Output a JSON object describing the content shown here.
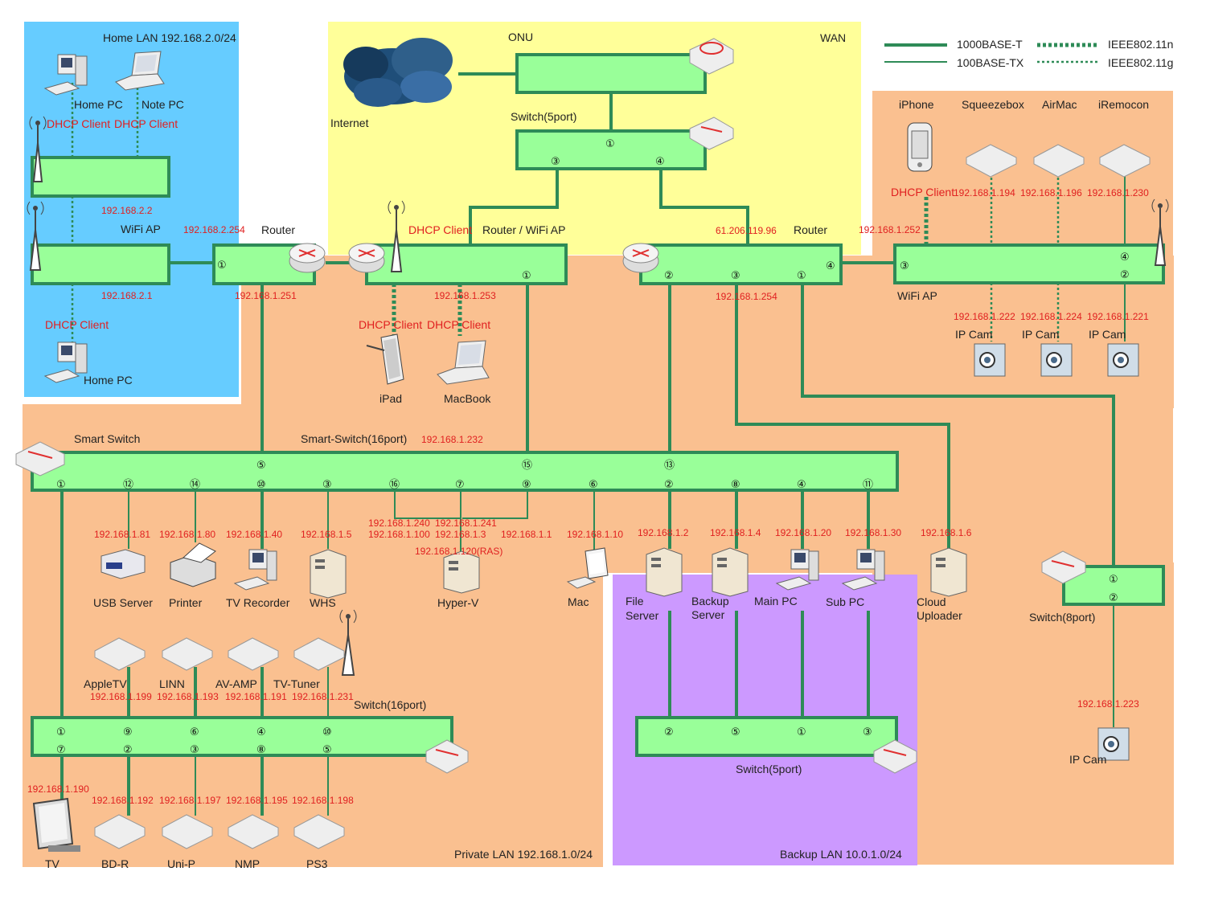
{
  "zones": {
    "home_lan": "Home LAN 192.168.2.0/24",
    "wan": "WAN",
    "private_lan": "Private LAN 192.168.1.0/24",
    "backup_lan": "Backup LAN 10.0.1.0/24"
  },
  "legend": {
    "t1000": "1000BASE-T",
    "tx100": "100BASE-TX",
    "n11": "IEEE802.11n",
    "g11": "IEEE802.11g"
  },
  "wan": {
    "internet": "Internet",
    "onu": "ONU",
    "switch5": "Switch(5port)",
    "router_wifi": "Router / WiFi AP",
    "router": "Router",
    "wan_ip": "61.206.119.96",
    "rw_dhcp": "DHCP Client",
    "sw_p1": "①",
    "sw_p3": "③",
    "sw_p4": "④"
  },
  "home": {
    "home_pc1": "Home PC",
    "note_pc": "Note PC",
    "dhcp1": "DHCP Client",
    "dhcp2": "DHCP Client",
    "dhcp3": "DHCP Client",
    "ip_22": "192.168.2.2",
    "wifi_ap": "WiFi AP",
    "ip_2254": "192.168.2.254",
    "router": "Router",
    "ip_21": "192.168.2.1",
    "home_pc2": "Home PC",
    "ip_1251": "192.168.1.251",
    "r_p1": "①"
  },
  "mid": {
    "ip_1253": "192.168.1.253",
    "rw_p1": "①",
    "dhcp_ipad": "DHCP Client",
    "dhcp_mac": "DHCP Client",
    "ipad": "iPad",
    "macbook": "MacBook",
    "r2_p2": "②",
    "r2_p3": "③",
    "r2_p1": "①",
    "r2_p4": "④",
    "ip_1254": "192.168.1.254",
    "ip_1252": "192.168.1.252"
  },
  "right": {
    "iphone": "iPhone",
    "squeezebox": "Squeezebox",
    "airmac": "AirMac",
    "iremocon": "iRemocon",
    "dhcp_iphone": "DHCP Client",
    "ip_194": "192.168.1.194",
    "ip_196": "192.168.1.196",
    "ip_230": "192.168.1.230",
    "ap_p3": "③",
    "ap_p4": "④",
    "ap_p2": "②",
    "wifi_ap": "WiFi AP",
    "ip_222": "192.168.1.222",
    "ip_224": "192.168.1.224",
    "ip_221": "192.168.1.221",
    "ipcam1": "IP Cam",
    "ipcam2": "IP Cam",
    "ipcam3": "IP Cam",
    "sw8_p1": "①",
    "sw8_p2": "②",
    "switch8": "Switch(8port)",
    "ip_223": "192.168.1.223",
    "ipcam4": "IP Cam"
  },
  "smart": {
    "smart_switch": "Smart Switch",
    "title": "Smart-Switch(16port)",
    "ip": "192.168.1.232",
    "top_ports": [
      "⑤",
      "⑮",
      "⑬"
    ],
    "bottom_ports": [
      "①",
      "⑫",
      "⑭",
      "⑩",
      "③",
      "⑯",
      "⑦",
      "⑨",
      "⑥",
      "②",
      "⑧",
      "④",
      "⑪"
    ]
  },
  "devices": {
    "ip_81": "192.168.1.81",
    "usb_server": "USB Server",
    "ip_80": "192.168.1.80",
    "printer": "Printer",
    "ip_40": "192.168.1.40",
    "tv_recorder": "TV Recorder",
    "ip_5": "192.168.1.5",
    "whs": "WHS",
    "ip_240": "192.168.1.240",
    "ip_241": "192.168.1.241",
    "ip_100": "192.168.1.100",
    "ip_3": "192.168.1.3",
    "ip_1": "192.168.1.1",
    "ip_120": "192.168.1.120(RAS)",
    "hyperv": "Hyper-V",
    "ip_10": "192.168.1.10",
    "mac": "Mac",
    "ip_2": "192.168.1.2",
    "file_server_1": "File",
    "file_server_2": "Server",
    "ip_4": "192.168.1.4",
    "backup_server_1": "Backup",
    "backup_server_2": "Server",
    "ip_20": "192.168.1.20",
    "main_pc": "Main PC",
    "ip_30": "192.168.1.30",
    "sub_pc": "Sub PC",
    "ip_6": "192.168.1.6",
    "cloud_1": "Cloud",
    "cloud_2": "Uploader"
  },
  "av": {
    "appletv": "AppleTV",
    "linn": "LINN",
    "avamp": "AV-AMP",
    "tvtuner": "TV-Tuner",
    "ip_199": "192.168.1.199",
    "ip_193": "192.168.1.193",
    "ip_191": "192.168.1.191",
    "ip_231": "192.168.1.231",
    "switch16": "Switch(16port)",
    "top_ports": [
      "①",
      "⑨",
      "⑥",
      "④",
      "⑩"
    ],
    "bottom_ports": [
      "⑦",
      "②",
      "③",
      "⑧",
      "⑤"
    ],
    "ip_190": "192.168.1.190",
    "ip_192": "192.168.1.192",
    "ip_197": "192.168.1.197",
    "ip_195": "192.168.1.195",
    "ip_198": "192.168.1.198",
    "tv": "TV",
    "bdr": "BD-R",
    "unip": "Uni-P",
    "nmp": "NMP",
    "ps3": "PS3"
  },
  "backup": {
    "ports": [
      "②",
      "⑤",
      "①",
      "③"
    ],
    "switch5": "Switch(5port)"
  },
  "colors": {
    "home_bg": "#66ccff",
    "wan_bg": "#ffff99",
    "lan_bg": "#fac090",
    "backup_bg": "#cc99ff",
    "bar_fill": "#99ff99",
    "wire": "#2e8b57",
    "ip_text": "#e02020"
  }
}
